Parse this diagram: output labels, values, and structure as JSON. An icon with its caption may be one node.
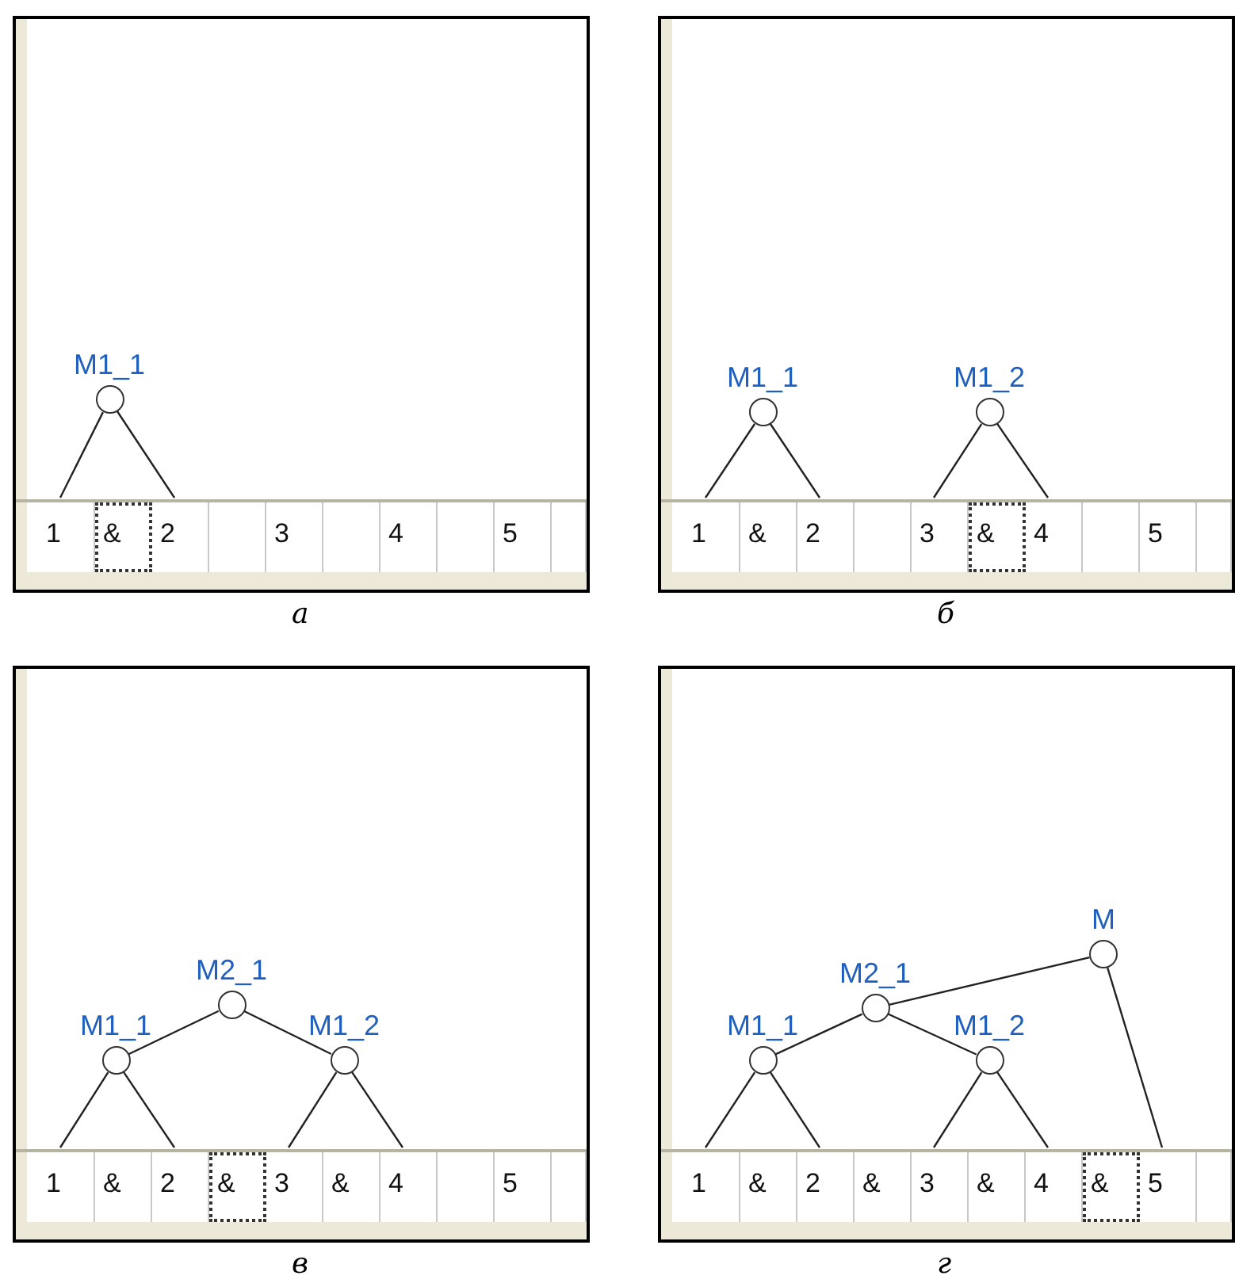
{
  "diagram": {
    "nodes": [
      {
        "text": [],
        "shape": "box",
        "beside": [
          "а"
        ]
      },
      {
        "text": [
          "M1_1"
        ],
        "in": 0
      },
      {
        "text": [
          "1"
        ],
        "in": 0
      },
      {
        "text": [
          "&"
        ],
        "in": 0
      },
      {
        "text": [
          "2"
        ],
        "in": 0
      },
      {
        "text": [],
        "shape": "box",
        "in": 0
      },
      {
        "text": [
          "3"
        ],
        "in": 0
      },
      {
        "text": [],
        "shape": "box",
        "in": 0
      },
      {
        "text": [
          "4"
        ],
        "in": 0
      },
      {
        "text": [],
        "shape": "box",
        "in": 0
      },
      {
        "text": [
          "5"
        ],
        "in": 0
      },
      {
        "text": [],
        "shape": "box",
        "in": 0
      },
      {
        "text": [],
        "shape": "box",
        "beside": [
          "б"
        ]
      },
      {
        "text": [
          "M1_1"
        ],
        "in": 12
      },
      {
        "text": [
          "M1_2"
        ],
        "in": 12
      },
      {
        "text": [
          "1"
        ],
        "in": 12
      },
      {
        "text": [
          "&"
        ],
        "in": 12
      },
      {
        "text": [
          "2"
        ],
        "in": 12
      },
      {
        "text": [],
        "shape": "box",
        "in": 12
      },
      {
        "text": [
          "3"
        ],
        "in": 12
      },
      {
        "text": [
          "&"
        ],
        "in": 12
      },
      {
        "text": [
          "4"
        ],
        "in": 12
      },
      {
        "text": [],
        "shape": "box",
        "in": 12
      },
      {
        "text": [
          "5"
        ],
        "in": 12
      },
      {
        "text": [],
        "shape": "box",
        "in": 12
      },
      {
        "text": [],
        "shape": "box",
        "beside": [
          "в"
        ]
      },
      {
        "text": [
          "M2_1"
        ],
        "in": 25
      },
      {
        "text": [
          "M1_1"
        ],
        "in": 25
      },
      {
        "text": [
          "M1_2"
        ],
        "in": 25
      },
      {
        "text": [
          "1"
        ],
        "in": 25
      },
      {
        "text": [
          "&"
        ],
        "in": 25
      },
      {
        "text": [
          "2"
        ],
        "in": 25
      },
      {
        "text": [
          "&"
        ],
        "in": 25
      },
      {
        "text": [
          "3"
        ],
        "in": 25
      },
      {
        "text": [
          "&"
        ],
        "in": 25
      },
      {
        "text": [
          "4"
        ],
        "in": 25
      },
      {
        "text": [],
        "shape": "box",
        "in": 25
      },
      {
        "text": [
          "5"
        ],
        "in": 25
      },
      {
        "text": [],
        "shape": "box",
        "in": 25
      },
      {
        "text": [],
        "shape": "box",
        "beside": [
          "г"
        ]
      },
      {
        "text": [
          "M"
        ],
        "in": 39
      },
      {
        "text": [
          "M2_1"
        ],
        "in": 39
      },
      {
        "text": [
          "M1_1"
        ],
        "in": 39
      },
      {
        "text": [
          "M1_2"
        ],
        "in": 39
      },
      {
        "text": [
          "1"
        ],
        "in": 39
      },
      {
        "text": [
          "&"
        ],
        "in": 39
      },
      {
        "text": [
          "2"
        ],
        "in": 39
      },
      {
        "text": [
          "&"
        ],
        "in": 39
      },
      {
        "text": [
          "3"
        ],
        "in": 39
      },
      {
        "text": [
          "&"
        ],
        "in": 39
      },
      {
        "text": [
          "4"
        ],
        "in": 39
      },
      {
        "text": [
          "&"
        ],
        "in": 39
      },
      {
        "text": [
          "5"
        ],
        "in": 39
      },
      {
        "text": [],
        "shape": "box",
        "in": 39
      }
    ],
    "edges": [
      {
        "from": 1,
        "to": 2,
        "arrow": "none"
      },
      {
        "from": 1,
        "to": 4,
        "arrow": "none"
      },
      {
        "from": 13,
        "to": 15,
        "arrow": "none"
      },
      {
        "from": 13,
        "to": 17,
        "arrow": "none"
      },
      {
        "from": 14,
        "to": 19,
        "arrow": "none"
      },
      {
        "from": 14,
        "to": 21,
        "arrow": "none"
      },
      {
        "from": 26,
        "to": 27,
        "arrow": "none"
      },
      {
        "from": 26,
        "to": 28,
        "arrow": "none"
      },
      {
        "from": 27,
        "to": 29,
        "arrow": "none"
      },
      {
        "from": 27,
        "to": 31,
        "arrow": "none"
      },
      {
        "from": 28,
        "to": 33,
        "arrow": "none"
      },
      {
        "from": 28,
        "to": 35,
        "arrow": "none"
      },
      {
        "from": 40,
        "to": 41,
        "arrow": "none"
      },
      {
        "from": 40,
        "to": 52,
        "arrow": "none"
      },
      {
        "from": 41,
        "to": 42,
        "arrow": "none"
      },
      {
        "from": 41,
        "to": 43,
        "arrow": "none"
      },
      {
        "from": 42,
        "to": 44,
        "arrow": "none"
      },
      {
        "from": 42,
        "to": 46,
        "arrow": "none"
      },
      {
        "from": 43,
        "to": 48,
        "arrow": "none"
      },
      {
        "from": 43,
        "to": 50,
        "arrow": "none"
      }
    ]
  }
}
